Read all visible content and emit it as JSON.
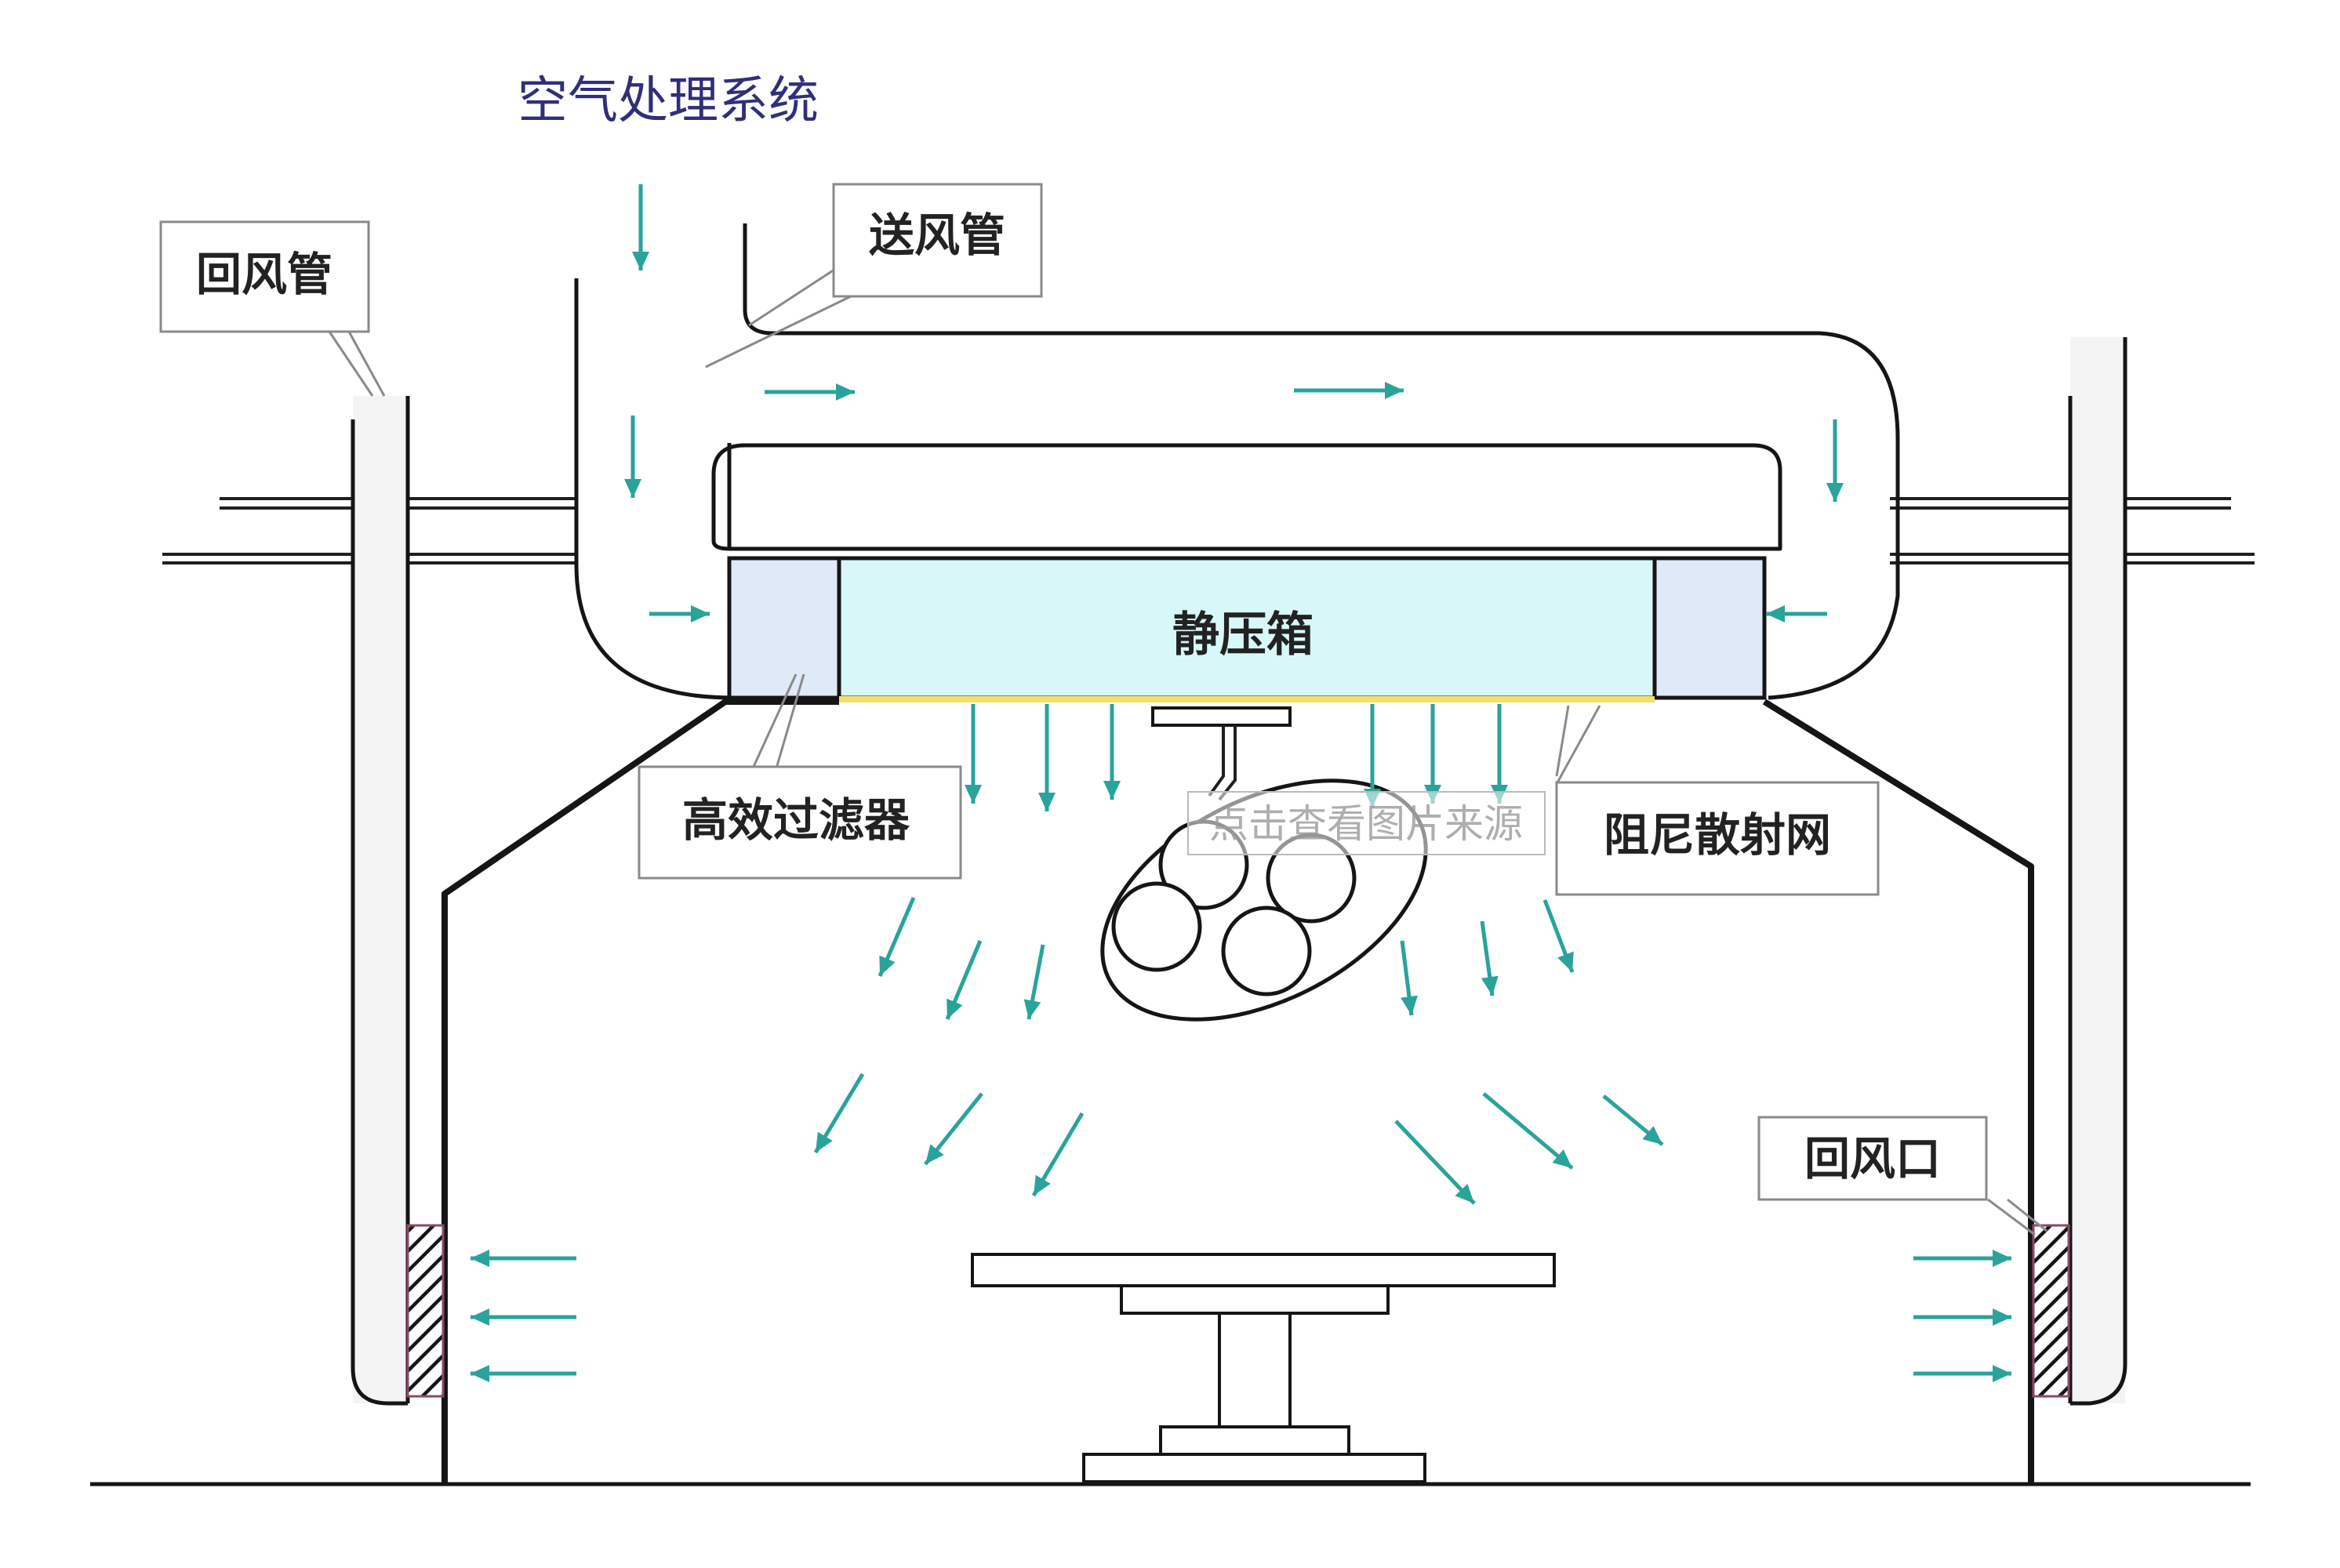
{
  "title": "空气处理系统",
  "labels": {
    "return_duct": "回风管",
    "supply_duct": "送风管",
    "plenum_box": "静压箱",
    "hepa_filter": "高效过滤器",
    "damping_mesh": "阻尼散射网",
    "return_vent": "回风口"
  },
  "watermark": "点击查看图片来源",
  "colors": {
    "title": "#2f2f7a",
    "flow_arrow": "#2aa39b",
    "plenum_fill": "#d8f7f8",
    "filter_fill": "#dfe9f7",
    "damping_mesh_line": "#f2e06a",
    "outline": "#151515",
    "callout_border": "#8a8a8a"
  }
}
